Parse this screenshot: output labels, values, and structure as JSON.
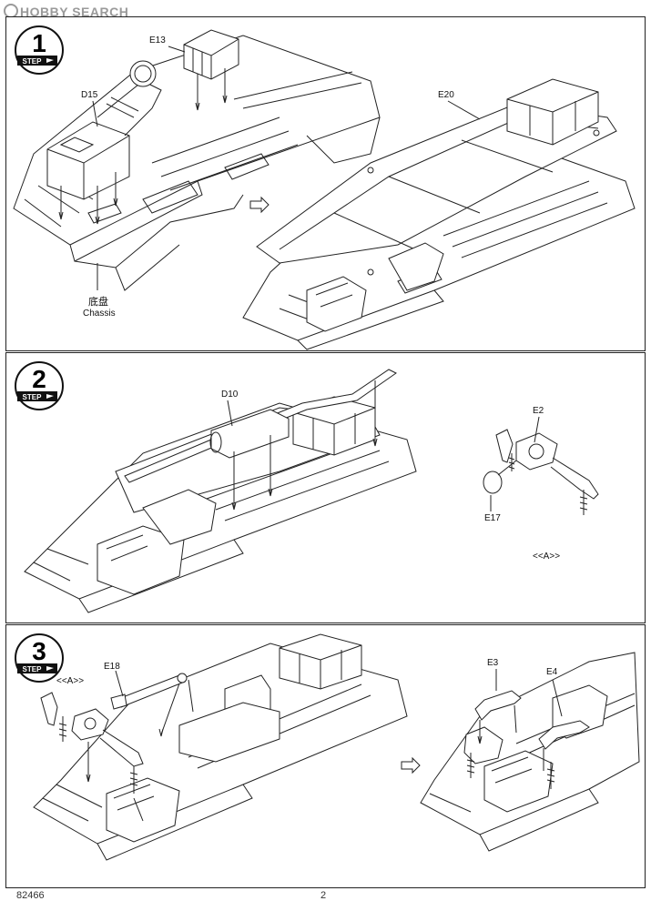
{
  "watermark": "HOBBY SEARCH",
  "steps": [
    {
      "number": "1",
      "word": "STEP",
      "labels": {
        "e13": "E13",
        "d15": "D15",
        "e20": "E20",
        "chassis_cn": "底盘",
        "chassis_en": "Chassis"
      }
    },
    {
      "number": "2",
      "word": "STEP",
      "labels": {
        "d10": "D10",
        "e2": "E2",
        "e17": "E17",
        "subassembly": "<<A>>"
      }
    },
    {
      "number": "3",
      "word": "STEP",
      "labels": {
        "subassembly": "<<A>>",
        "e18": "E18",
        "e3": "E3",
        "e4": "E4"
      }
    }
  ],
  "footer": {
    "code": "82466",
    "page": "2"
  }
}
